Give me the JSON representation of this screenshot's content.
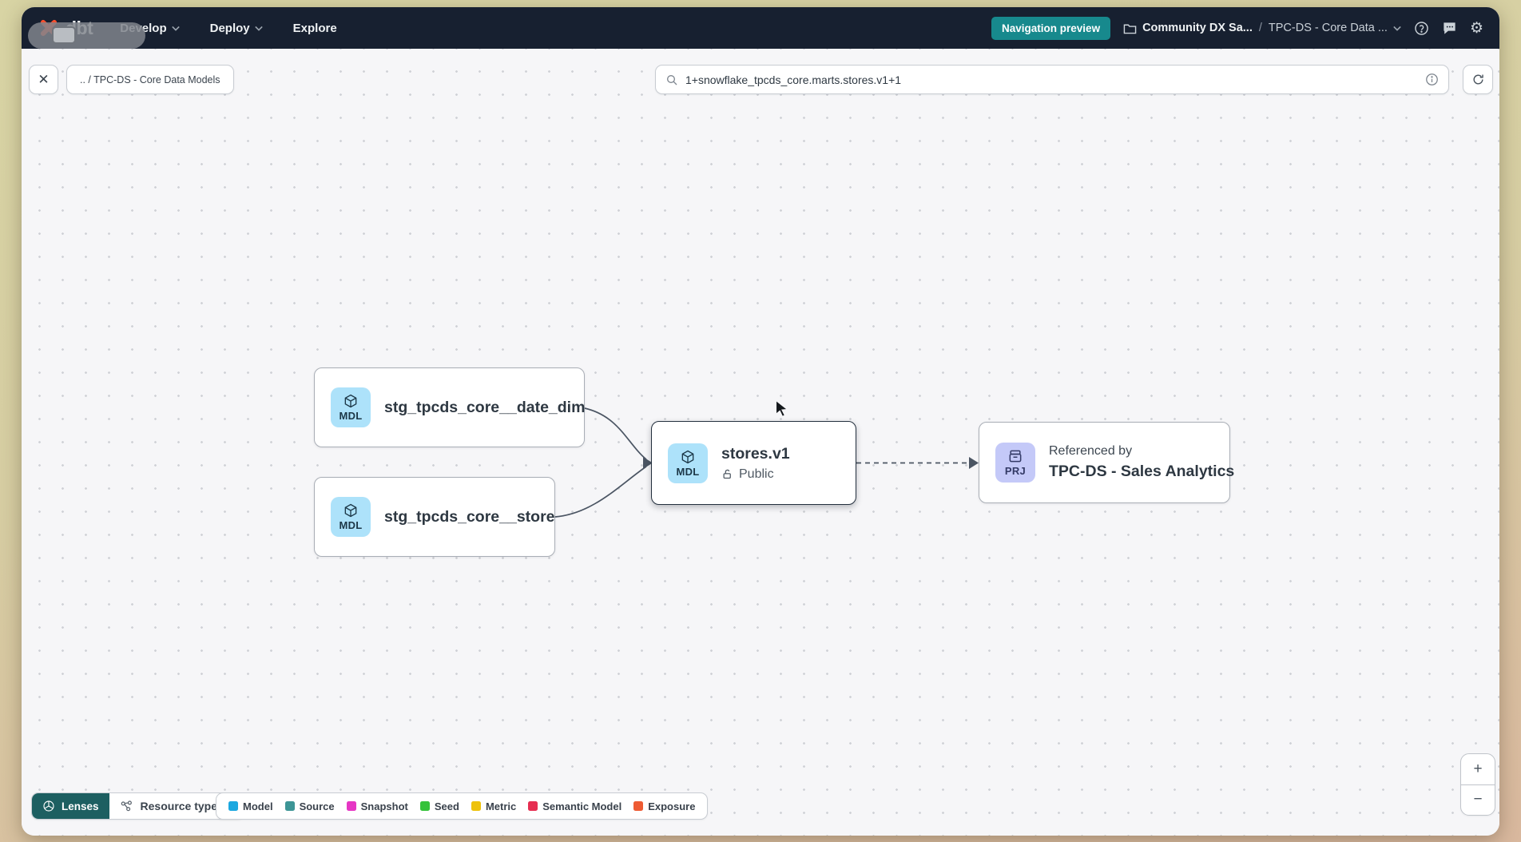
{
  "colors": {
    "accent_orange": "#fb4f2e",
    "header_bg": "#172030",
    "preview_badge_bg": "#17898d",
    "lenses_bg": "#1d5f61",
    "canvas_bg": "#f6f6f8"
  },
  "header": {
    "brand": "dbt",
    "nav": [
      {
        "label": "Develop"
      },
      {
        "label": "Deploy"
      },
      {
        "label": "Explore"
      }
    ],
    "preview_badge": "Navigation preview",
    "breadcrumb": {
      "account": "Community DX Sa...",
      "separator": "/",
      "project": "TPC-DS - Core Data ..."
    }
  },
  "toolbar": {
    "close": "✕",
    "path_chip": ".. / TPC-DS - Core Data Models",
    "search_value": "1+snowflake_tpcds_core.marts.stores.v1+1"
  },
  "graph": {
    "nodes": {
      "date_dim": {
        "badge": "MDL",
        "label": "stg_tpcds_core__date_dim"
      },
      "store": {
        "badge": "MDL",
        "label": "stg_tpcds_core__store"
      },
      "stores_v1": {
        "badge": "MDL",
        "label": "stores.v1",
        "access": "Public"
      },
      "referenced": {
        "badge": "PRJ",
        "title": "Referenced by",
        "label": "TPC-DS - Sales Analytics"
      }
    }
  },
  "footer": {
    "lenses": "Lenses",
    "resource_type": "Resource type",
    "legend": [
      {
        "label": "Model",
        "color": "#1ba8e0"
      },
      {
        "label": "Source",
        "color": "#3d9596"
      },
      {
        "label": "Snapshot",
        "color": "#e636c4"
      },
      {
        "label": "Seed",
        "color": "#35c23a"
      },
      {
        "label": "Metric",
        "color": "#eec20c"
      },
      {
        "label": "Semantic Model",
        "color": "#e62e51"
      },
      {
        "label": "Exposure",
        "color": "#ee5b33"
      }
    ]
  },
  "zoom_controls": {
    "zoom_in": "+",
    "zoom_out": "−"
  }
}
